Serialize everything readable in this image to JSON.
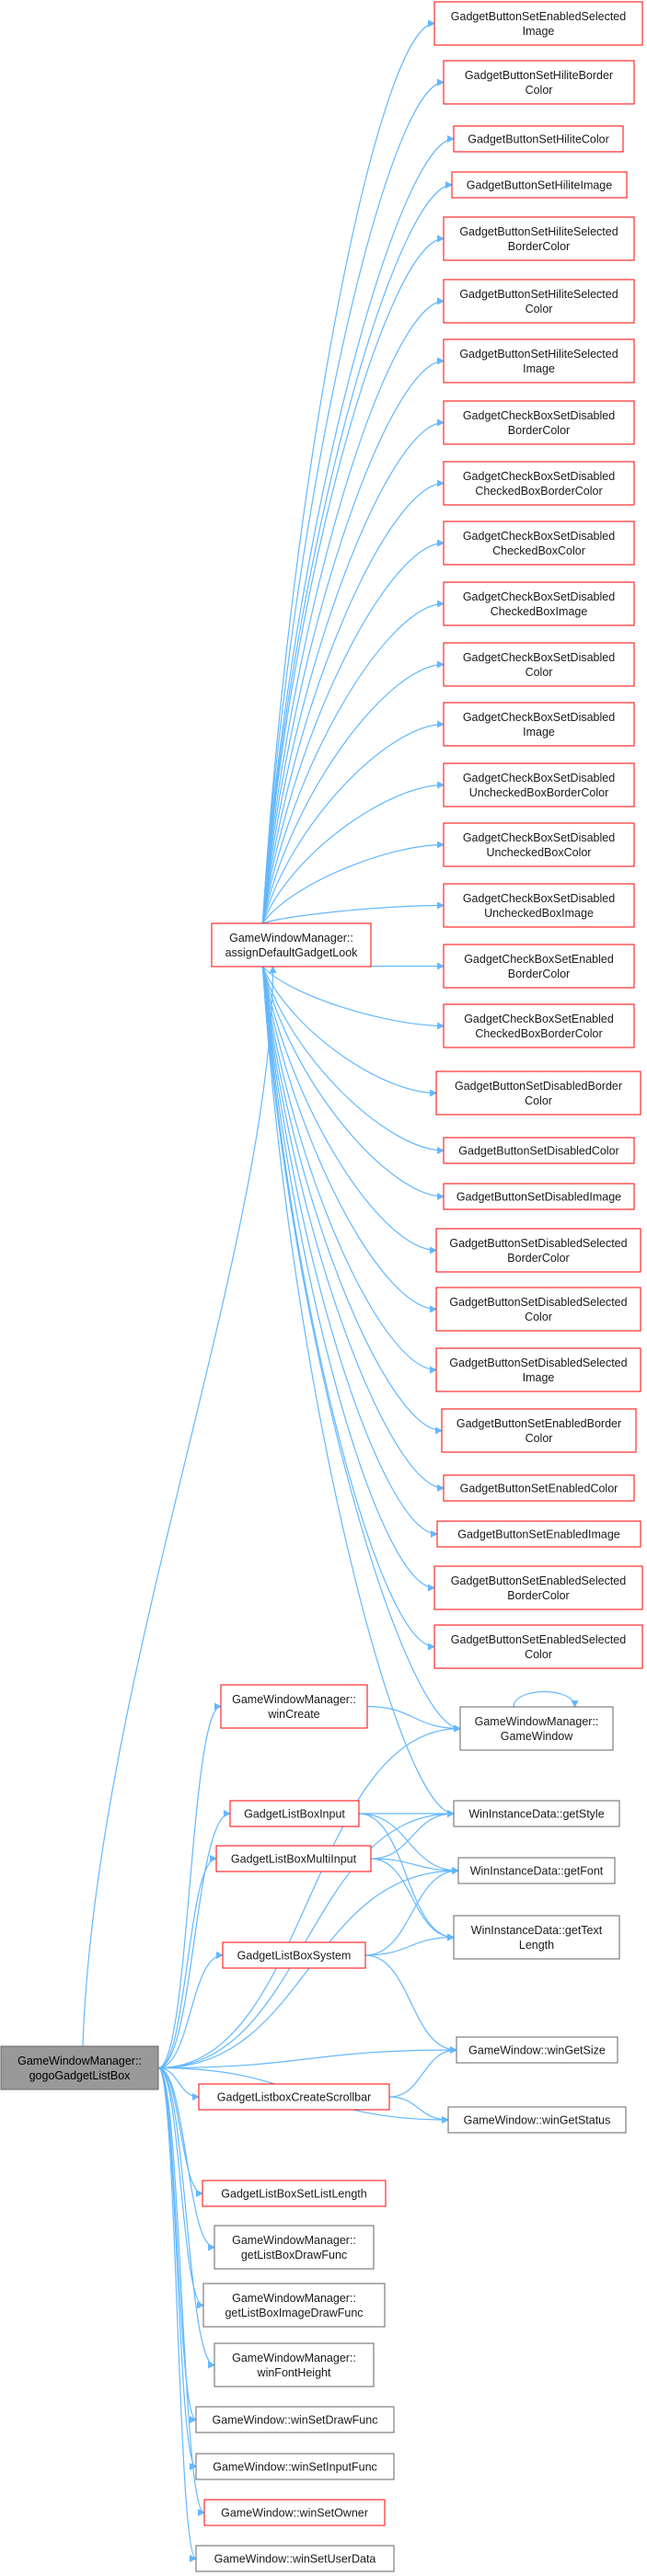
{
  "colors": {
    "edge": "#63b8ff",
    "arrowhead": "#63b8ff",
    "node_red_border": "#ff0000",
    "node_grey_border": "#666666",
    "node_fill": "#ffffff",
    "root_fill": "#999999",
    "root_border": "#666666"
  },
  "root": {
    "id": "root",
    "lines": [
      "GameWindowManager::",
      "gogoGadgetListBox"
    ]
  },
  "nodes": [
    {
      "id": "n_btn_en_sel_img_top",
      "lines": [
        "GadgetButtonSetEnabledSelected",
        "Image"
      ],
      "border": "red"
    },
    {
      "id": "n_btn_hilite_border",
      "lines": [
        "GadgetButtonSetHiliteBorder",
        "Color"
      ],
      "border": "red"
    },
    {
      "id": "n_btn_hilite_color",
      "lines": [
        "GadgetButtonSetHiliteColor"
      ],
      "border": "red"
    },
    {
      "id": "n_btn_hilite_image",
      "lines": [
        "GadgetButtonSetHiliteImage"
      ],
      "border": "red"
    },
    {
      "id": "n_btn_hilite_sel_border",
      "lines": [
        "GadgetButtonSetHiliteSelected",
        "BorderColor"
      ],
      "border": "red"
    },
    {
      "id": "n_btn_hilite_sel_color",
      "lines": [
        "GadgetButtonSetHiliteSelected",
        "Color"
      ],
      "border": "red"
    },
    {
      "id": "n_btn_hilite_sel_image",
      "lines": [
        "GadgetButtonSetHiliteSelected",
        "Image"
      ],
      "border": "red"
    },
    {
      "id": "n_cb_dis_border",
      "lines": [
        "GadgetCheckBoxSetDisabled",
        "BorderColor"
      ],
      "border": "red"
    },
    {
      "id": "n_cb_dis_checked_border",
      "lines": [
        "GadgetCheckBoxSetDisabled",
        "CheckedBoxBorderColor"
      ],
      "border": "red"
    },
    {
      "id": "n_cb_dis_checked_color",
      "lines": [
        "GadgetCheckBoxSetDisabled",
        "CheckedBoxColor"
      ],
      "border": "red"
    },
    {
      "id": "n_cb_dis_checked_image",
      "lines": [
        "GadgetCheckBoxSetDisabled",
        "CheckedBoxImage"
      ],
      "border": "red"
    },
    {
      "id": "n_cb_dis_color",
      "lines": [
        "GadgetCheckBoxSetDisabled",
        "Color"
      ],
      "border": "red"
    },
    {
      "id": "n_cb_dis_image",
      "lines": [
        "GadgetCheckBoxSetDisabled",
        "Image"
      ],
      "border": "red"
    },
    {
      "id": "n_cb_dis_unchecked_border",
      "lines": [
        "GadgetCheckBoxSetDisabled",
        "UncheckedBoxBorderColor"
      ],
      "border": "red"
    },
    {
      "id": "n_cb_dis_unchecked_color",
      "lines": [
        "GadgetCheckBoxSetDisabled",
        "UncheckedBoxColor"
      ],
      "border": "red"
    },
    {
      "id": "n_cb_dis_unchecked_image",
      "lines": [
        "GadgetCheckBoxSetDisabled",
        "UncheckedBoxImage"
      ],
      "border": "red"
    },
    {
      "id": "n_cb_en_border",
      "lines": [
        "GadgetCheckBoxSetEnabled",
        "BorderColor"
      ],
      "border": "red"
    },
    {
      "id": "n_cb_en_checked_border",
      "lines": [
        "GadgetCheckBoxSetEnabled",
        "CheckedBoxBorderColor"
      ],
      "border": "red"
    },
    {
      "id": "n_btn_dis_border",
      "lines": [
        "GadgetButtonSetDisabledBorder",
        "Color"
      ],
      "border": "red"
    },
    {
      "id": "n_btn_dis_color",
      "lines": [
        "GadgetButtonSetDisabledColor"
      ],
      "border": "red"
    },
    {
      "id": "n_btn_dis_image",
      "lines": [
        "GadgetButtonSetDisabledImage"
      ],
      "border": "red"
    },
    {
      "id": "n_btn_dis_sel_border",
      "lines": [
        "GadgetButtonSetDisabledSelected",
        "BorderColor"
      ],
      "border": "red"
    },
    {
      "id": "n_btn_dis_sel_color",
      "lines": [
        "GadgetButtonSetDisabledSelected",
        "Color"
      ],
      "border": "red"
    },
    {
      "id": "n_btn_dis_sel_image",
      "lines": [
        "GadgetButtonSetDisabledSelected",
        "Image"
      ],
      "border": "red"
    },
    {
      "id": "n_btn_en_border",
      "lines": [
        "GadgetButtonSetEnabledBorder",
        "Color"
      ],
      "border": "red"
    },
    {
      "id": "n_btn_en_color",
      "lines": [
        "GadgetButtonSetEnabledColor"
      ],
      "border": "red"
    },
    {
      "id": "n_btn_en_image",
      "lines": [
        "GadgetButtonSetEnabledImage"
      ],
      "border": "red"
    },
    {
      "id": "n_btn_en_sel_border",
      "lines": [
        "GadgetButtonSetEnabledSelected",
        "BorderColor"
      ],
      "border": "red"
    },
    {
      "id": "n_btn_en_sel_color",
      "lines": [
        "GadgetButtonSetEnabledSelected",
        "Color"
      ],
      "border": "red"
    },
    {
      "id": "n_assign",
      "lines": [
        "GameWindowManager::",
        "assignDefaultGadgetLook"
      ],
      "border": "red"
    },
    {
      "id": "n_wincreate",
      "lines": [
        "GameWindowManager::",
        "winCreate"
      ],
      "border": "red"
    },
    {
      "id": "n_gamewindow",
      "lines": [
        "GameWindowManager::",
        "GameWindow"
      ],
      "border": "grey"
    },
    {
      "id": "n_lb_input",
      "lines": [
        "GadgetListBoxInput"
      ],
      "border": "red"
    },
    {
      "id": "n_lb_multi",
      "lines": [
        "GadgetListBoxMultiInput"
      ],
      "border": "red"
    },
    {
      "id": "n_lb_system",
      "lines": [
        "GadgetListBoxSystem"
      ],
      "border": "red"
    },
    {
      "id": "n_lb_scroll",
      "lines": [
        "GadgetListboxCreateScrollbar"
      ],
      "border": "red"
    },
    {
      "id": "n_getstyle",
      "lines": [
        "WinInstanceData::getStyle"
      ],
      "border": "grey"
    },
    {
      "id": "n_getfont",
      "lines": [
        "WinInstanceData::getFont"
      ],
      "border": "grey"
    },
    {
      "id": "n_gettextlen",
      "lines": [
        "WinInstanceData::getText",
        "Length"
      ],
      "border": "grey"
    },
    {
      "id": "n_getsize",
      "lines": [
        "GameWindow::winGetSize"
      ],
      "border": "grey"
    },
    {
      "id": "n_getstatus",
      "lines": [
        "GameWindow::winGetStatus"
      ],
      "border": "grey"
    },
    {
      "id": "n_setlistlen",
      "lines": [
        "GadgetListBoxSetListLength"
      ],
      "border": "red"
    },
    {
      "id": "n_getdrawfunc",
      "lines": [
        "GameWindowManager::",
        "getListBoxDrawFunc"
      ],
      "border": "grey"
    },
    {
      "id": "n_getimgdrawfunc",
      "lines": [
        "GameWindowManager::",
        "getListBoxImageDrawFunc"
      ],
      "border": "grey"
    },
    {
      "id": "n_fontheight",
      "lines": [
        "GameWindowManager::",
        "winFontHeight"
      ],
      "border": "grey"
    },
    {
      "id": "n_setdrawfunc",
      "lines": [
        "GameWindow::winSetDrawFunc"
      ],
      "border": "grey"
    },
    {
      "id": "n_setinputfunc",
      "lines": [
        "GameWindow::winSetInputFunc"
      ],
      "border": "grey"
    },
    {
      "id": "n_setowner",
      "lines": [
        "GameWindow::winSetOwner"
      ],
      "border": "red"
    },
    {
      "id": "n_setuserdata",
      "lines": [
        "GameWindow::winSetUserData"
      ],
      "border": "grey"
    }
  ],
  "edges": [
    [
      "root",
      "n_assign"
    ],
    [
      "root",
      "n_wincreate"
    ],
    [
      "root",
      "n_gamewindow"
    ],
    [
      "root",
      "n_lb_input"
    ],
    [
      "root",
      "n_lb_multi"
    ],
    [
      "root",
      "n_lb_system"
    ],
    [
      "root",
      "n_lb_scroll"
    ],
    [
      "root",
      "n_getstyle"
    ],
    [
      "root",
      "n_getfont"
    ],
    [
      "root",
      "n_getsize"
    ],
    [
      "root",
      "n_getstatus"
    ],
    [
      "root",
      "n_setlistlen"
    ],
    [
      "root",
      "n_getdrawfunc"
    ],
    [
      "root",
      "n_getimgdrawfunc"
    ],
    [
      "root",
      "n_fontheight"
    ],
    [
      "root",
      "n_setdrawfunc"
    ],
    [
      "root",
      "n_setinputfunc"
    ],
    [
      "root",
      "n_setowner"
    ],
    [
      "root",
      "n_setuserdata"
    ],
    [
      "n_assign",
      "n_btn_en_sel_img_top"
    ],
    [
      "n_assign",
      "n_btn_hilite_border"
    ],
    [
      "n_assign",
      "n_btn_hilite_color"
    ],
    [
      "n_assign",
      "n_btn_hilite_image"
    ],
    [
      "n_assign",
      "n_btn_hilite_sel_border"
    ],
    [
      "n_assign",
      "n_btn_hilite_sel_color"
    ],
    [
      "n_assign",
      "n_btn_hilite_sel_image"
    ],
    [
      "n_assign",
      "n_cb_dis_border"
    ],
    [
      "n_assign",
      "n_cb_dis_checked_border"
    ],
    [
      "n_assign",
      "n_cb_dis_checked_color"
    ],
    [
      "n_assign",
      "n_cb_dis_checked_image"
    ],
    [
      "n_assign",
      "n_cb_dis_color"
    ],
    [
      "n_assign",
      "n_cb_dis_image"
    ],
    [
      "n_assign",
      "n_cb_dis_unchecked_border"
    ],
    [
      "n_assign",
      "n_cb_dis_unchecked_color"
    ],
    [
      "n_assign",
      "n_cb_dis_unchecked_image"
    ],
    [
      "n_assign",
      "n_cb_en_border"
    ],
    [
      "n_assign",
      "n_cb_en_checked_border"
    ],
    [
      "n_assign",
      "n_btn_dis_border"
    ],
    [
      "n_assign",
      "n_btn_dis_color"
    ],
    [
      "n_assign",
      "n_btn_dis_image"
    ],
    [
      "n_assign",
      "n_btn_dis_sel_border"
    ],
    [
      "n_assign",
      "n_btn_dis_sel_color"
    ],
    [
      "n_assign",
      "n_btn_dis_sel_image"
    ],
    [
      "n_assign",
      "n_btn_en_border"
    ],
    [
      "n_assign",
      "n_btn_en_color"
    ],
    [
      "n_assign",
      "n_btn_en_image"
    ],
    [
      "n_assign",
      "n_btn_en_sel_border"
    ],
    [
      "n_assign",
      "n_btn_en_sel_color"
    ],
    [
      "n_assign",
      "n_gamewindow"
    ],
    [
      "n_assign",
      "n_getstyle"
    ],
    [
      "n_wincreate",
      "n_gamewindow"
    ],
    [
      "n_gamewindow",
      "n_gamewindow"
    ],
    [
      "n_lb_input",
      "n_getstyle"
    ],
    [
      "n_lb_input",
      "n_getfont"
    ],
    [
      "n_lb_input",
      "n_gettextlen"
    ],
    [
      "n_lb_multi",
      "n_getstyle"
    ],
    [
      "n_lb_multi",
      "n_getfont"
    ],
    [
      "n_lb_multi",
      "n_gettextlen"
    ],
    [
      "n_lb_system",
      "n_getfont"
    ],
    [
      "n_lb_system",
      "n_gettextlen"
    ],
    [
      "n_lb_system",
      "n_getsize"
    ],
    [
      "n_lb_scroll",
      "n_getsize"
    ],
    [
      "n_lb_scroll",
      "n_getstatus"
    ]
  ]
}
